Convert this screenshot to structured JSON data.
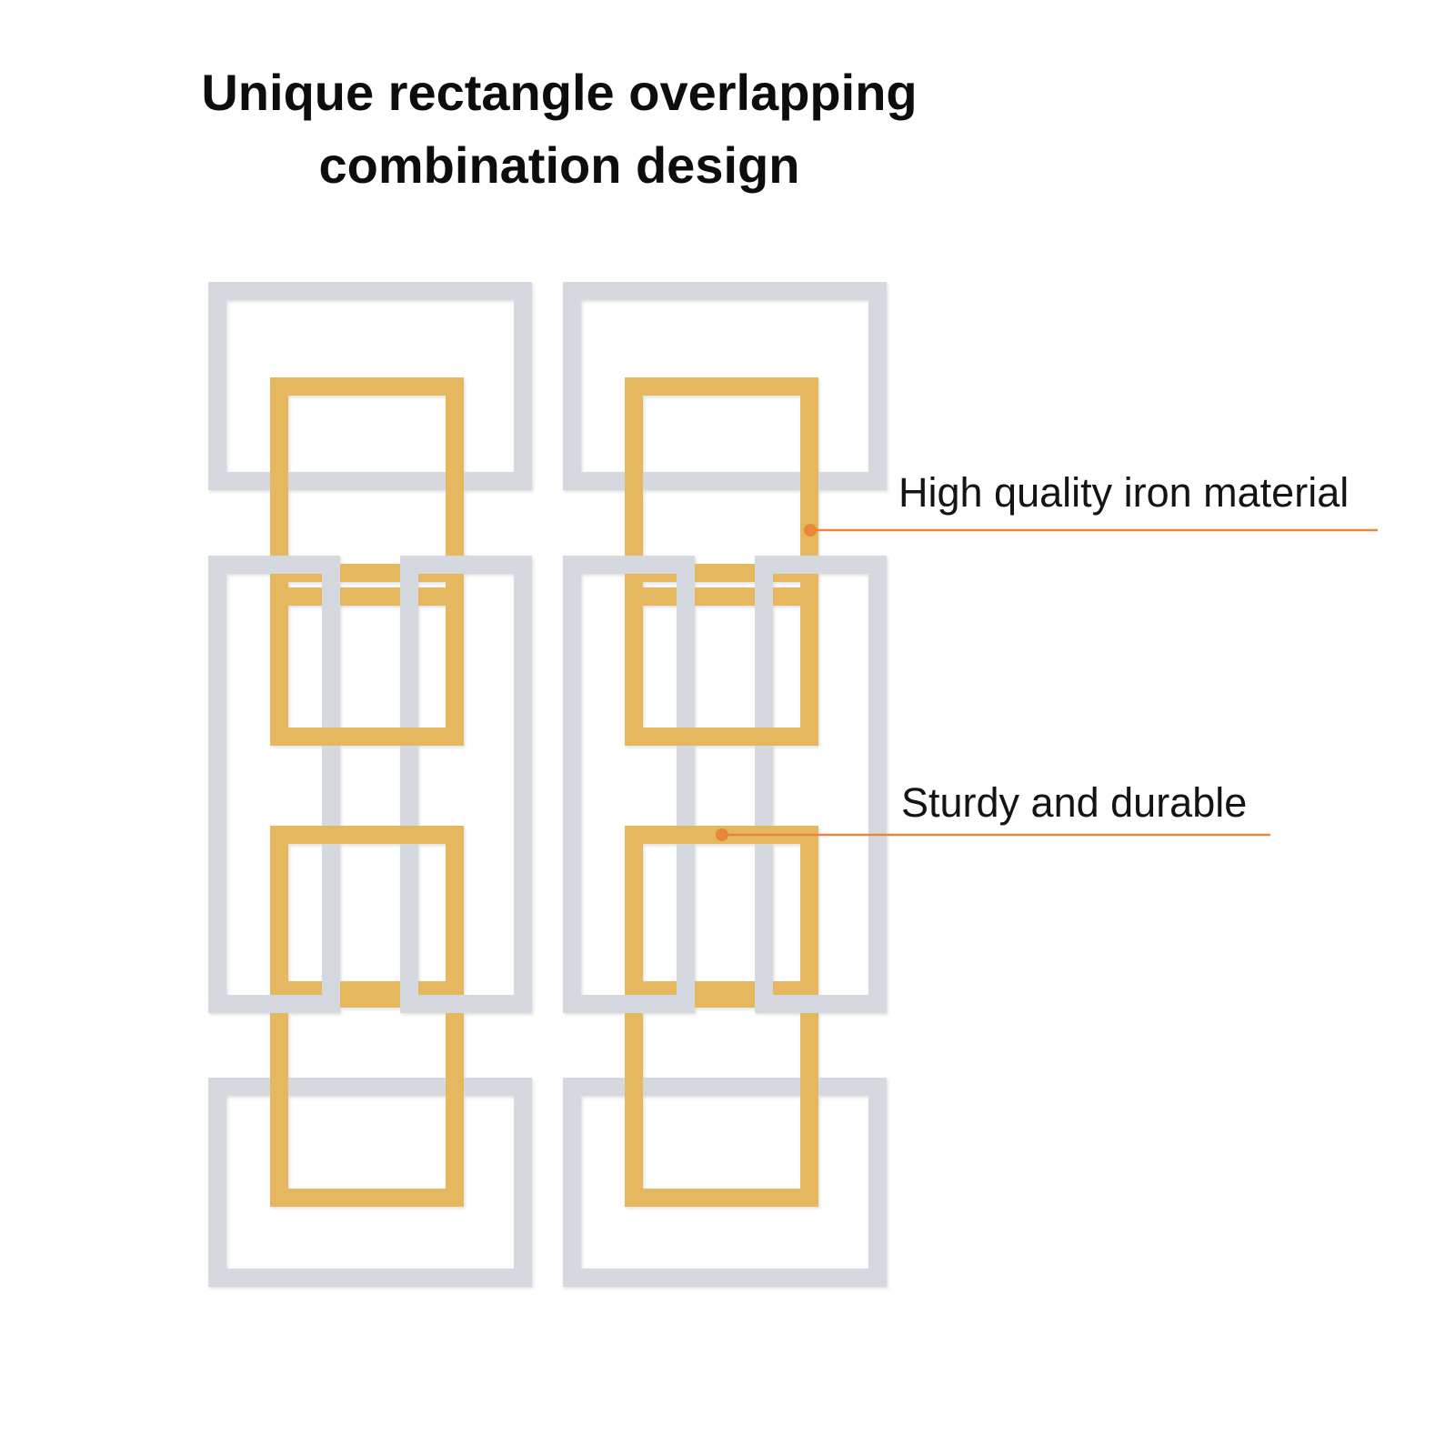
{
  "headline": {
    "line1": "Unique rectangle overlapping",
    "line2": "combination design"
  },
  "callouts": [
    {
      "label": "High quality iron material"
    },
    {
      "label": "Sturdy and durable"
    }
  ],
  "colors": {
    "silver_frame": "#d5d8df",
    "silver_shadow": "#b9bdc6",
    "gold_frame": "#e5b75e",
    "gold_shadow": "#c99a45",
    "leader_line": "#e6873a",
    "background": "#ffffff"
  }
}
